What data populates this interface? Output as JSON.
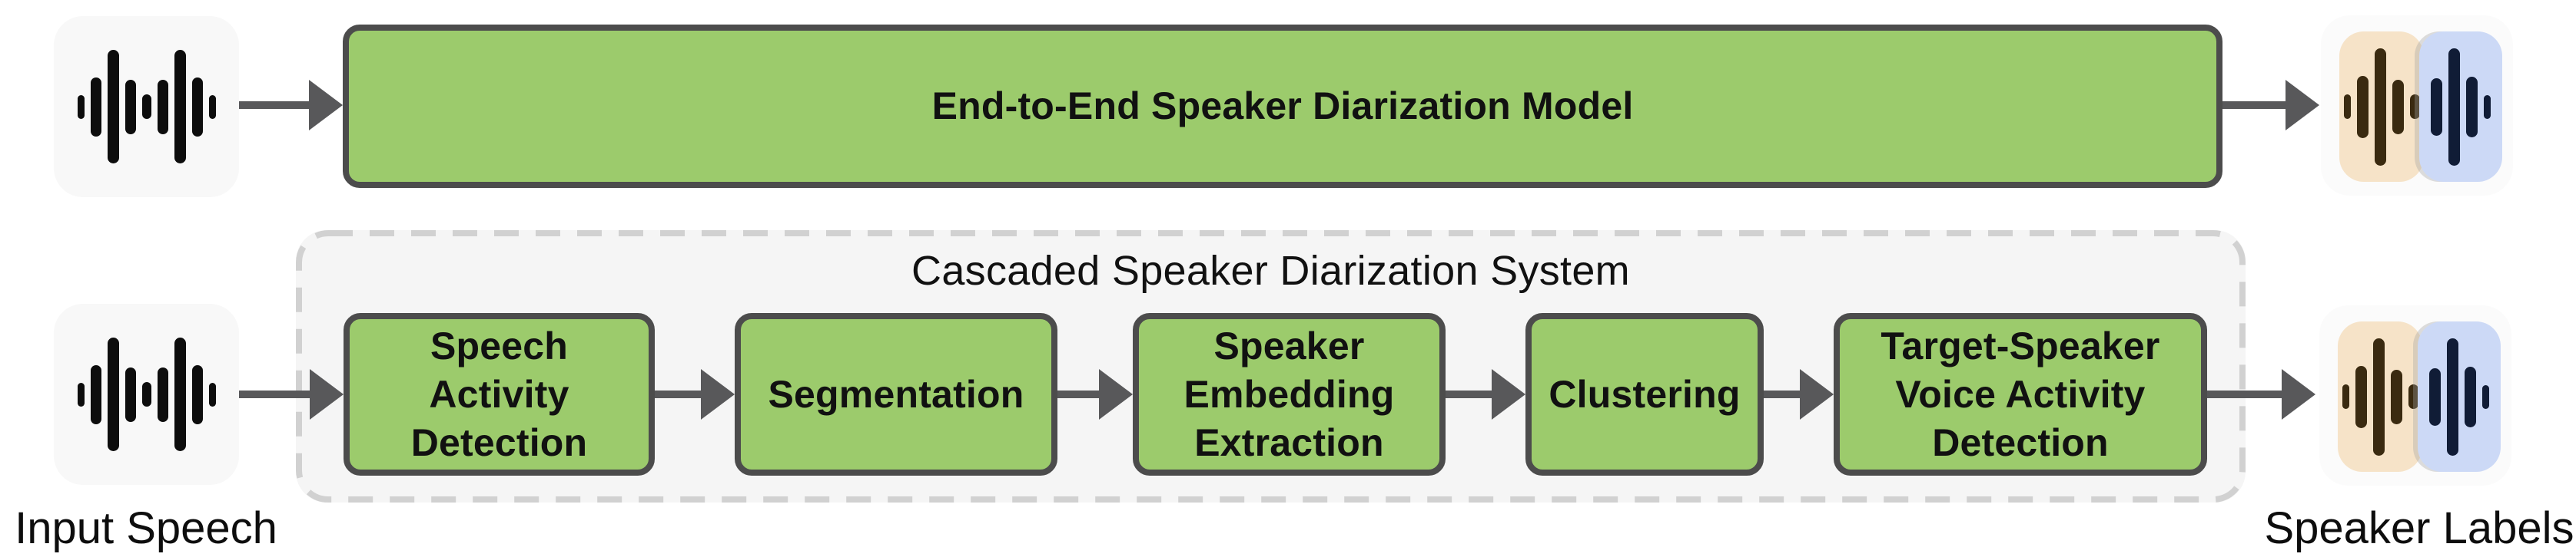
{
  "top_flow": {
    "model_label": "End-to-End Speaker Diarization Model"
  },
  "cascade": {
    "title": "Cascaded Speaker Diarization System",
    "stages": [
      {
        "label": "Speech\nActivity\nDetection"
      },
      {
        "label": "Segmentation"
      },
      {
        "label": "Speaker\nEmbedding\nExtraction"
      },
      {
        "label": "Clustering"
      },
      {
        "label": "Target-Speaker\nVoice Activity\nDetection"
      }
    ]
  },
  "captions": {
    "input_speech": "Input Speech",
    "speaker_labels": "Speaker Labels"
  },
  "icons": {
    "input": "waveform-icon",
    "output": "dual-speaker-waveform-icon"
  },
  "colors": {
    "canvas_bg": "#FFFFFF",
    "green": "#9CCB6C",
    "box_border": "#4C4C4C",
    "arrow": "#58585A",
    "icon_bg": "#F8F8F8",
    "icon_outer_bg": "#FBFBFB",
    "cascade_bg": "#F5F5F5",
    "cascade_dash": "#D1D1D1",
    "speaker1_bg": "#F6E3C8",
    "speaker1_bar": "#3A2A10",
    "speaker2_bg": "#CCD9F6",
    "speaker2_bar": "#101C36",
    "text": "#111111"
  }
}
